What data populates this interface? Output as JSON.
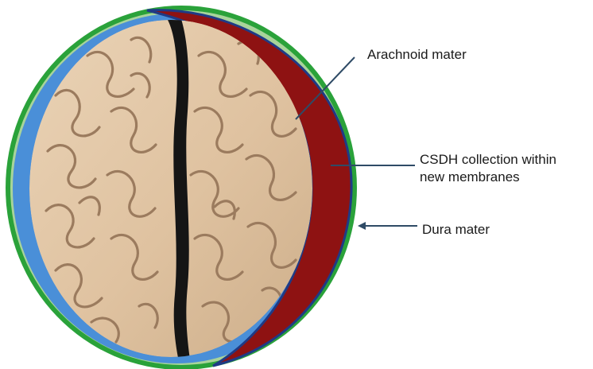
{
  "labels": {
    "arachnoid": "Arachnoid mater",
    "csdh_line1": "CSDH collection within",
    "csdh_line2": "new membranes",
    "dura": "Dura mater"
  },
  "colors": {
    "dura_outer": "#2aa23a",
    "dura_inner": "#a8d49a",
    "arachnoid": "#4a8fd8",
    "hematoma": "#8e1212",
    "hematoma_edge": "#1f3b86",
    "brain": "#e2c7a7",
    "brain_fold": "#9b7b5e",
    "fissure": "#151515",
    "pointer": "#2f4b66"
  }
}
